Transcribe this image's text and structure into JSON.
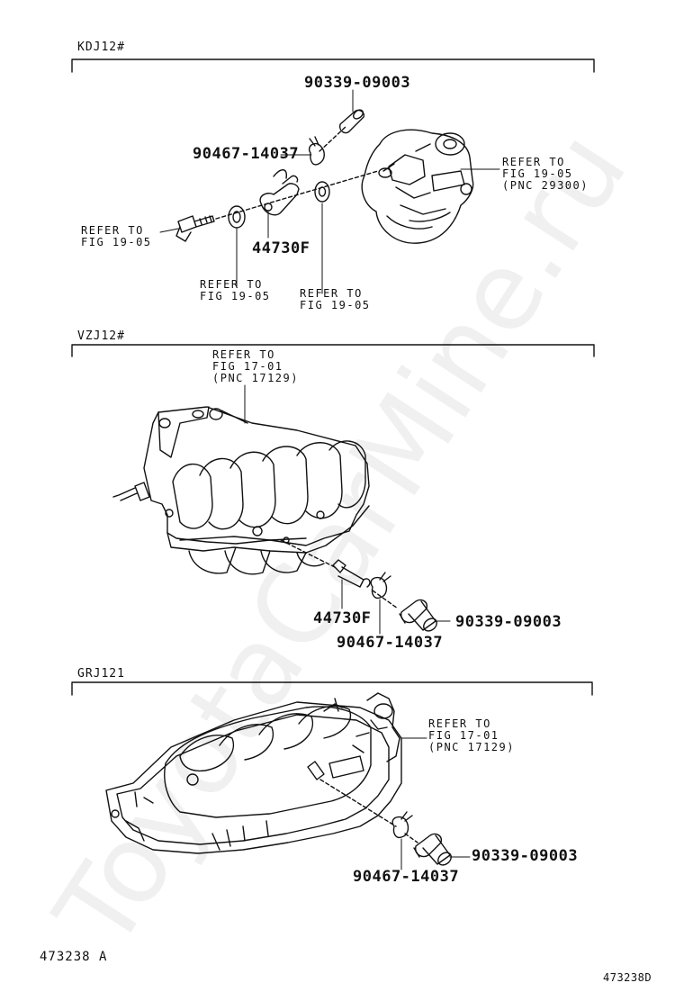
{
  "watermark": "ToyotaCarMine.ru",
  "sections": [
    {
      "model": "KDJ12#",
      "part_numbers": [
        "90339-09003",
        "90467-14037",
        "44730F"
      ],
      "refs": [
        "REFER TO\nFIG 19-05\n(PNC 29300)",
        "REFER TO\nFIG 19-05",
        "REFER TO\nFIG 19-05",
        "REFER TO\nFIG 19-05"
      ]
    },
    {
      "model": "VZJ12#",
      "part_numbers": [
        "44730F",
        "90467-14037",
        "90339-09003"
      ],
      "refs": [
        "REFER TO\nFIG 17-01\n(PNC 17129)"
      ]
    },
    {
      "model": "GRJ121",
      "part_numbers": [
        "90467-14037",
        "90339-09003"
      ],
      "refs": [
        "REFER TO\nFIG 17-01\n(PNC 17129)"
      ]
    }
  ],
  "footer": {
    "left": "473238 A",
    "right": "473238D"
  }
}
